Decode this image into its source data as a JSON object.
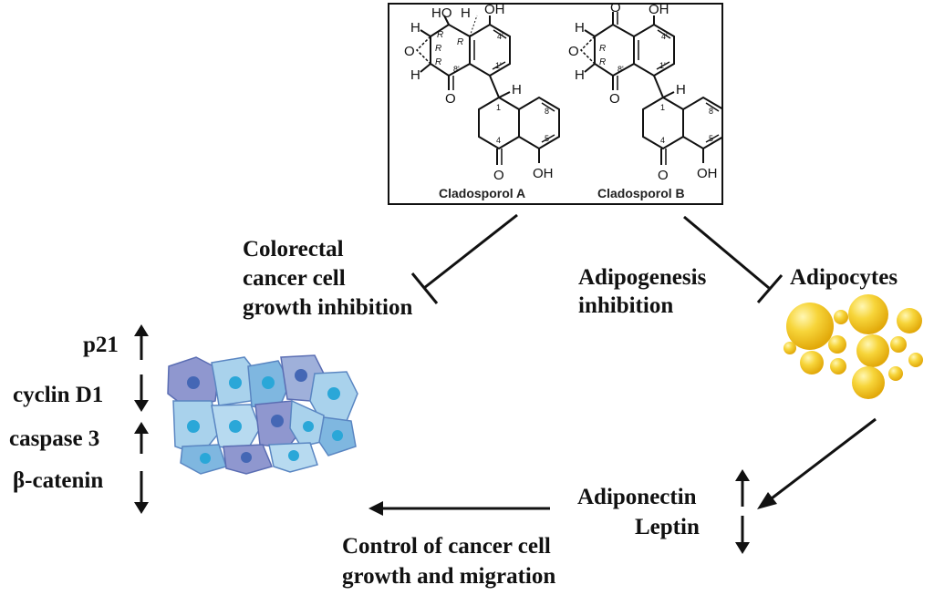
{
  "compounds": {
    "a_name": "Cladosporol A",
    "b_name": "Cladosporol B"
  },
  "atom_labels": {
    "oh": "OH",
    "ho": "HO",
    "h": "H",
    "o": "O",
    "r": "R",
    "pos_4p": "4'",
    "pos_1p": "1'",
    "pos_8p": "8'",
    "pos_1": "1",
    "pos_4": "4",
    "pos_5": "5",
    "pos_8": "8"
  },
  "effects": {
    "colorectal_line1": "Colorectal",
    "colorectal_line2": "cancer cell",
    "colorectal_line3": "growth inhibition",
    "adipogenesis_line1": "Adipogenesis",
    "adipogenesis_line2": "inhibition",
    "adipocytes": "Adipocytes"
  },
  "markers": [
    {
      "name": "p21",
      "direction": "up"
    },
    {
      "name": "cyclin D1",
      "direction": "down"
    },
    {
      "name": "caspase 3",
      "direction": "up"
    },
    {
      "name": "β-catenin",
      "direction": "down"
    }
  ],
  "adipokines": [
    {
      "name": "Adiponectin",
      "direction": "up"
    },
    {
      "name": "Leptin",
      "direction": "down"
    }
  ],
  "outcome": {
    "line1": "Control of cancer cell",
    "line2": "growth and migration"
  },
  "colors": {
    "cell_light": "#a9d2ec",
    "cell_mid": "#7fb7e0",
    "cell_purple": "#8f97cf",
    "nucleus_cyan": "#2aa7d8",
    "nucleus_blue": "#4467b5",
    "fat_yellow": "#f6c51a",
    "fat_highlight": "#fff7b3"
  }
}
